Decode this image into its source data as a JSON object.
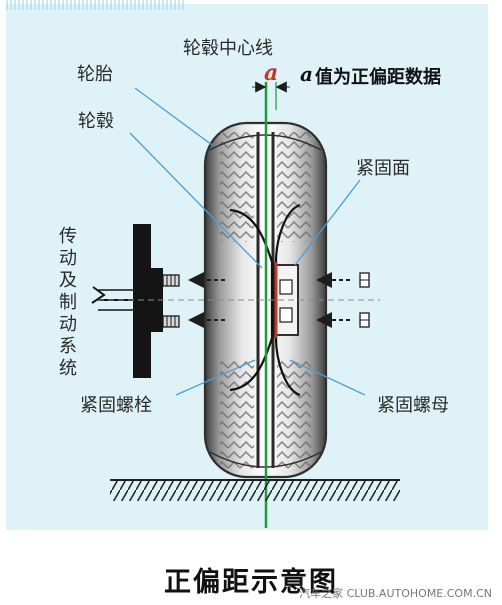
{
  "labels": {
    "hub_center_line": "轮毂中心线",
    "tire": "轮胎",
    "hub": "轮毂",
    "mounting_face": "紧固面",
    "drive_brake_system": "传动及制动系统",
    "fastening_bolt": "紧固螺栓",
    "fastening_nut": "紧固螺母",
    "offset_symbol": "a",
    "offset_note_symbol": "a",
    "offset_note_text": "值为正偏距数据"
  },
  "title": "正偏距示意图",
  "watermark": "汽车之家 CLUB.AUTOHOME.COM.CN",
  "icons": {
    "arrow": "arrow-left-icon",
    "bolt": "bolt-icon",
    "nut": "nut-icon",
    "ground": "ground-hatch"
  },
  "colors": {
    "background_panel": "#dff2f8",
    "center_line": "#1a9c3a",
    "mounting_face_line": "#c0392b",
    "leader_lines": "#4a9fd4",
    "tire_dark": "#3a3a3a",
    "tire_light": "#bdbdbd"
  }
}
